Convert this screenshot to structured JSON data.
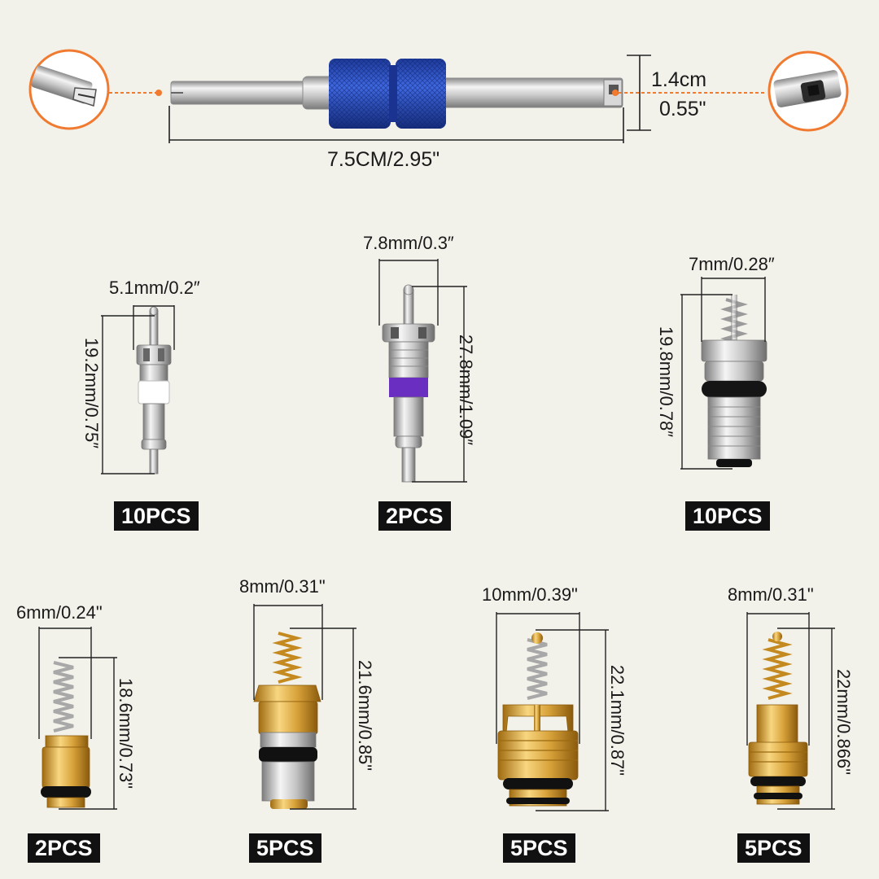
{
  "tool": {
    "length_label": "7.5CM/2.95\"",
    "width_label_cm": "1.4cm",
    "width_label_in": "0.55\"",
    "handle_color": "#2a4fc4"
  },
  "cores": [
    {
      "width_label": "5.1mm/0.2″",
      "height_label": "19.2mm/0.75″",
      "qty": "10PCS",
      "band_color": "#ffffff",
      "metal": "silver"
    },
    {
      "width_label": "7.8mm/0.3″",
      "height_label": "27.8mm/1.09″",
      "qty": "2PCS",
      "band_color": "#6a2fc0",
      "metal": "silver"
    },
    {
      "width_label": "7mm/0.28″",
      "height_label": "19.8mm/0.78″",
      "qty": "10PCS",
      "band_color": "#111111",
      "metal": "silver"
    },
    {
      "width_label": "6mm/0.24\"",
      "height_label": "18.6mm/0.73\"",
      "qty": "2PCS",
      "band_color": "#111111",
      "metal": "brass"
    },
    {
      "width_label": "8mm/0.31\"",
      "height_label": "21.6mm/0.85\"",
      "qty": "5PCS",
      "band_color": "#111111",
      "metal": "brass"
    },
    {
      "width_label": "10mm/0.39\"",
      "height_label": "22.1mm/0.87\"",
      "qty": "5PCS",
      "band_color": "#111111",
      "metal": "brass"
    },
    {
      "width_label": "8mm/0.31\"",
      "height_label": "22mm/0.866\"",
      "qty": "5PCS",
      "band_color": "#111111",
      "metal": "brass"
    }
  ],
  "icons": {
    "left_detail": "tool-tip-slotted-icon",
    "right_detail": "tool-tip-socket-icon"
  }
}
